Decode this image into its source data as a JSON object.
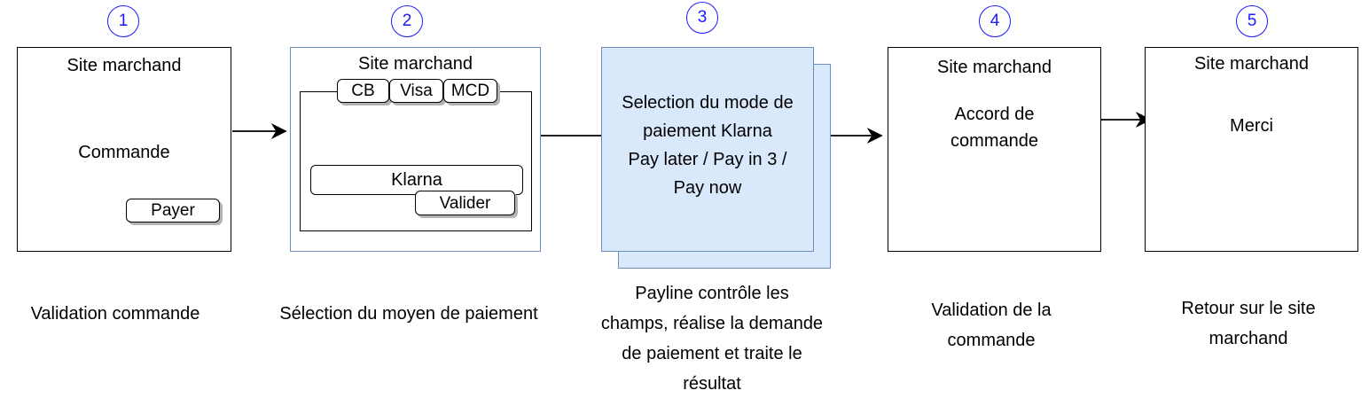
{
  "steps": [
    {
      "number": "1",
      "title": "Site marchand",
      "body": "Commande",
      "button": "Payer",
      "caption": "Validation commande"
    },
    {
      "number": "2",
      "title": "Site marchand",
      "tabs": [
        "CB",
        "Visa",
        "MCD"
      ],
      "option": "Klarna",
      "button": "Valider",
      "caption": "Sélection du moyen de paiement"
    },
    {
      "number": "3",
      "body_lines": [
        "Selection du mode de",
        "paiement Klarna",
        "Pay later / Pay in 3 /",
        "Pay now"
      ],
      "caption_lines": [
        "Payline contrôle les",
        "champs, réalise la demande",
        "de paiement et traite le",
        "résultat"
      ]
    },
    {
      "number": "4",
      "title": "Site marchand",
      "body_lines": [
        "Accord de",
        "commande"
      ],
      "caption_lines": [
        "Validation de la",
        "commande"
      ]
    },
    {
      "number": "5",
      "title": "Site marchand",
      "body": "Merci",
      "caption_lines": [
        "Retour sur le site",
        "marchand"
      ]
    }
  ],
  "colors": {
    "number_circle": "#1a1aff",
    "highlight_fill": "#dae8fc",
    "highlight_stroke": "#6c8ebf"
  }
}
